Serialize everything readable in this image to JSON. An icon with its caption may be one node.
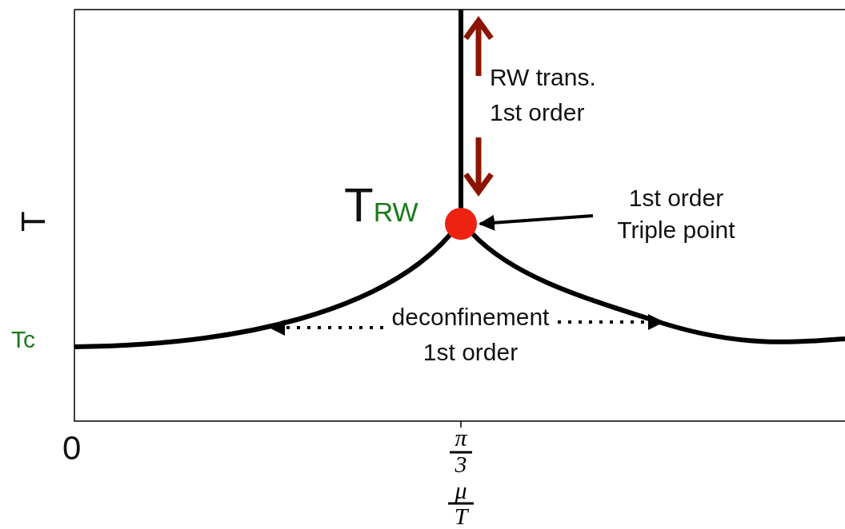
{
  "diagram": {
    "nodes": [
      {
        "text": [
          "1st order Triple point"
        ]
      },
      {
        "text": [],
        "shape": "circle"
      },
      {
        "text": [
          "deconfinement 1st order"
        ]
      }
    ],
    "edges": [
      {
        "from": 0,
        "to": 1,
        "arrow": "to"
      },
      {
        "from": 2,
        "to": null,
        "arrow": "to",
        "style": "dashed"
      },
      {
        "from": 2,
        "to": null,
        "arrow": "to",
        "style": "dashed"
      }
    ],
    "labels": [
      "RW trans. 1st order",
      "T$_{RW}$",
      "T",
      "Tc",
      "0",
      "π",
      "3",
      "μ",
      "T"
    ]
  }
}
